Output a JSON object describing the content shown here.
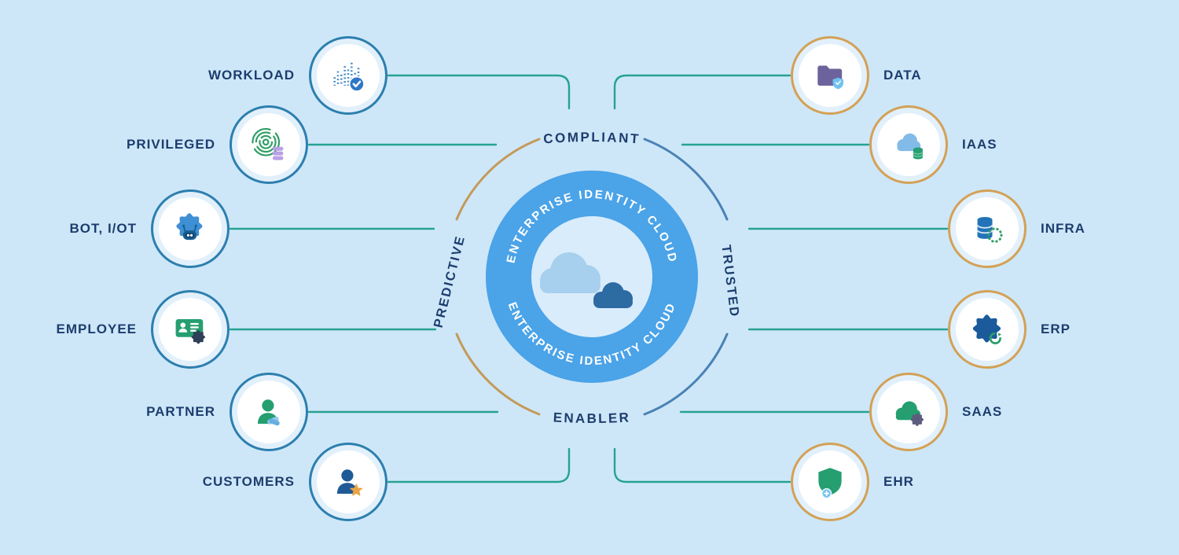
{
  "background_color": "#cde7f9",
  "center": {
    "ring_label_top": "ENTERPRISE IDENTITY CLOUD",
    "ring_label_bottom": "ENTERPRISE IDENTITY CLOUD",
    "icon": "clouds-icon"
  },
  "quadrants": {
    "top": "COMPLIANT",
    "right": "TRUSTED",
    "bottom": "ENABLER",
    "left": "PREDICTIVE"
  },
  "nodes": {
    "left": [
      {
        "label": "WORKLOAD",
        "icon": "workload-dots-check-icon"
      },
      {
        "label": "PRIVILEGED",
        "icon": "fingerprint-database-icon"
      },
      {
        "label": "BOT, I/OT",
        "icon": "bot-gear-icon"
      },
      {
        "label": "EMPLOYEE",
        "icon": "id-card-gear-icon"
      },
      {
        "label": "PARTNER",
        "icon": "person-handshake-icon"
      },
      {
        "label": "CUSTOMERS",
        "icon": "person-star-icon"
      }
    ],
    "right": [
      {
        "label": "DATA",
        "icon": "folder-shield-icon"
      },
      {
        "label": "IAAS",
        "icon": "cloud-database-icon"
      },
      {
        "label": "INFRA",
        "icon": "database-dotted-ring-icon"
      },
      {
        "label": "ERP",
        "icon": "gear-sync-icon"
      },
      {
        "label": "SAAS",
        "icon": "cloud-gear-icon"
      },
      {
        "label": "EHR",
        "icon": "shield-plus-icon"
      }
    ]
  },
  "colors": {
    "accent_blue": "#4ba3e8",
    "center_inner": "#d9ecfb",
    "navy_text": "#1d3d6d",
    "teal_line": "#27a293",
    "left_circle_ring": "#2d7fae",
    "right_circle_ring": "#d3a156",
    "arc_orange": "#c49a59",
    "arc_blue": "#4a82b5",
    "cloud_light": "#a7cfee",
    "cloud_dark": "#2d6ba3"
  }
}
